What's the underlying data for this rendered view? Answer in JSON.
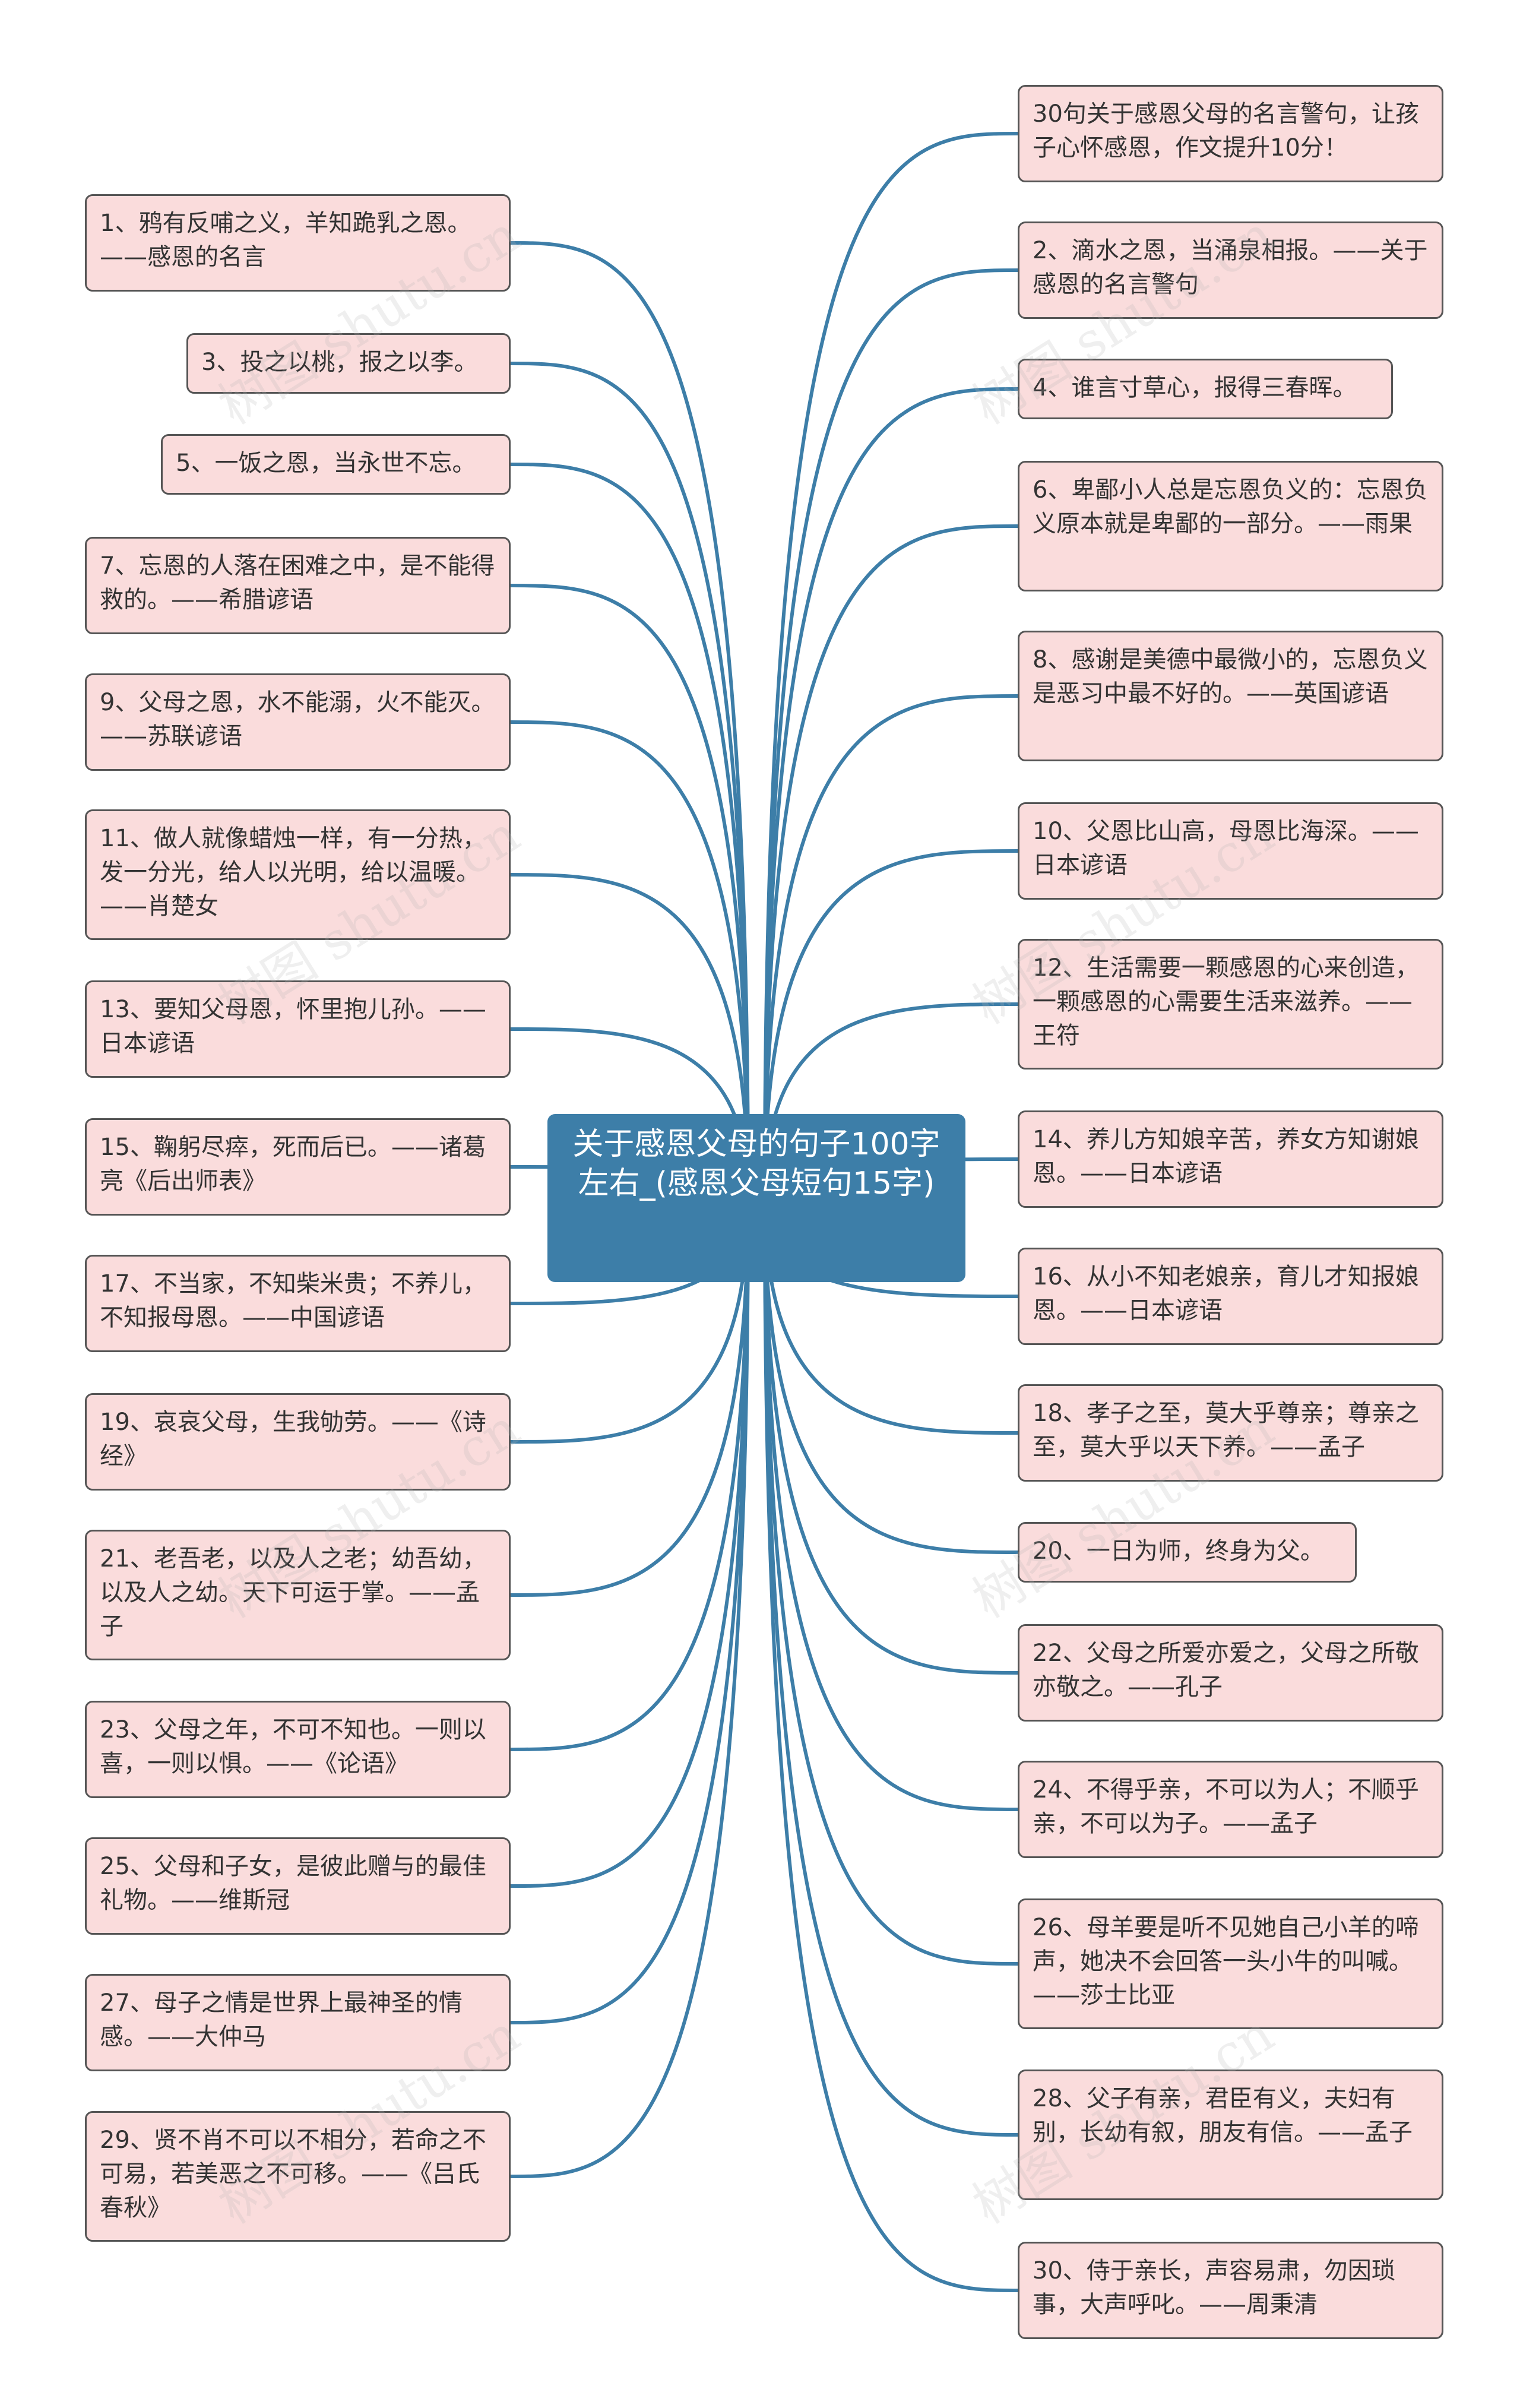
{
  "center": {
    "title": "关于感恩父母的句子100字左右_(感恩父母短句15字)"
  },
  "watermark": "树图 shutu.cn",
  "colors": {
    "link": "#3d7ea8",
    "node_fill": "#fadcdc",
    "node_border": "#555555",
    "center_fill": "#3d7ea8"
  },
  "left_nodes": [
    "1、鸦有反哺之义，羊知跪乳之恩。——感恩的名言",
    "3、投之以桃，报之以李。",
    "5、一饭之恩，当永世不忘。",
    "7、忘恩的人落在困难之中，是不能得救的。——希腊谚语",
    "9、父母之恩，水不能溺，火不能灭。——苏联谚语",
    "11、做人就像蜡烛一样，有一分热，发一分光，给人以光明，给以温暖。——肖楚女",
    "13、要知父母恩，怀里抱儿孙。——日本谚语",
    "15、鞠躬尽瘁，死而后已。——诸葛亮《后出师表》",
    "17、不当家，不知柴米贵；不养儿，不知报母恩。——中国谚语",
    "19、哀哀父母，生我劬劳。——《诗经》",
    "21、老吾老，以及人之老；幼吾幼，以及人之幼。天下可运于掌。——孟子",
    "23、父母之年，不可不知也。一则以喜，一则以惧。——《论语》",
    "25、父母和子女，是彼此赠与的最佳礼物。——维斯冠",
    "27、母子之情是世界上最神圣的情感。——大仲马",
    "29、贤不肖不可以不相分，若命之不可易，若美恶之不可移。——《吕氏春秋》"
  ],
  "right_nodes": [
    "30句关于感恩父母的名言警句，让孩子心怀感恩，作文提升10分！",
    "2、滴水之恩，当涌泉相报。——关于感恩的名言警句",
    "4、谁言寸草心，报得三春晖。",
    "6、卑鄙小人总是忘恩负义的：忘恩负义原本就是卑鄙的一部分。——雨果",
    "8、感谢是美德中最微小的，忘恩负义是恶习中最不好的。——英国谚语",
    "10、父恩比山高，母恩比海深。——日本谚语",
    "12、生活需要一颗感恩的心来创造，一颗感恩的心需要生活来滋养。——王符",
    "14、养儿方知娘辛苦，养女方知谢娘恩。——日本谚语",
    "16、从小不知老娘亲，育儿才知报娘恩。——日本谚语",
    "18、孝子之至，莫大乎尊亲；尊亲之至，莫大乎以天下养。——孟子",
    "20、一日为师，终身为父。",
    "22、父母之所爱亦爱之，父母之所敬亦敬之。——孔子",
    "24、不得乎亲，不可以为人；不顺乎亲，不可以为子。——孟子",
    "26、母羊要是听不见她自己小羊的啼声，她决不会回答一头小牛的叫喊。——莎士比亚",
    "28、父子有亲，君臣有义，夫妇有别，长幼有叙，朋友有信。——孟子",
    "30、侍于亲长，声容易肃，勿因琐事，大声呼叱。——周秉清"
  ]
}
